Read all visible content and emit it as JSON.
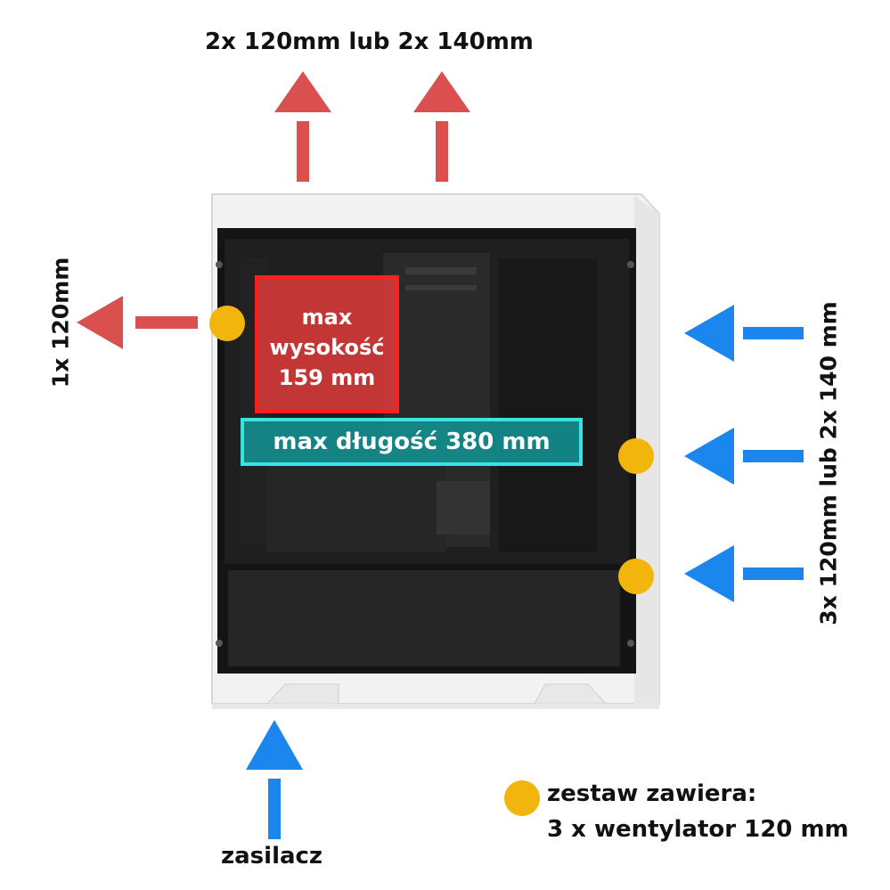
{
  "colors": {
    "exhaust": "#d9504f",
    "intake": "#1a86ee",
    "fan_dot": "#f2b50c",
    "gpu_frame": "#37e3e3",
    "cpu_frame": "#ff1f1f"
  },
  "labels": {
    "top_exhaust": "2x 120mm lub 2x 140mm",
    "rear_exhaust": "1x 120mm",
    "front_intake": "3x 120mm lub 2x 140 mm",
    "bottom_intake": "zasilacz",
    "cpu_cooler_line1": "max",
    "cpu_cooler_line2": "wysokość",
    "cpu_cooler_line3": "159 mm",
    "gpu_length": "max długość 380 mm",
    "legend_line1": "zestaw zawiera:",
    "legend_line2": "3 x wentylator 120 mm"
  },
  "icons": {
    "exhaust_arrow": "up-arrow-icon",
    "intake_arrow": "left-arrow-icon",
    "fan_marker": "fan-dot-icon"
  }
}
